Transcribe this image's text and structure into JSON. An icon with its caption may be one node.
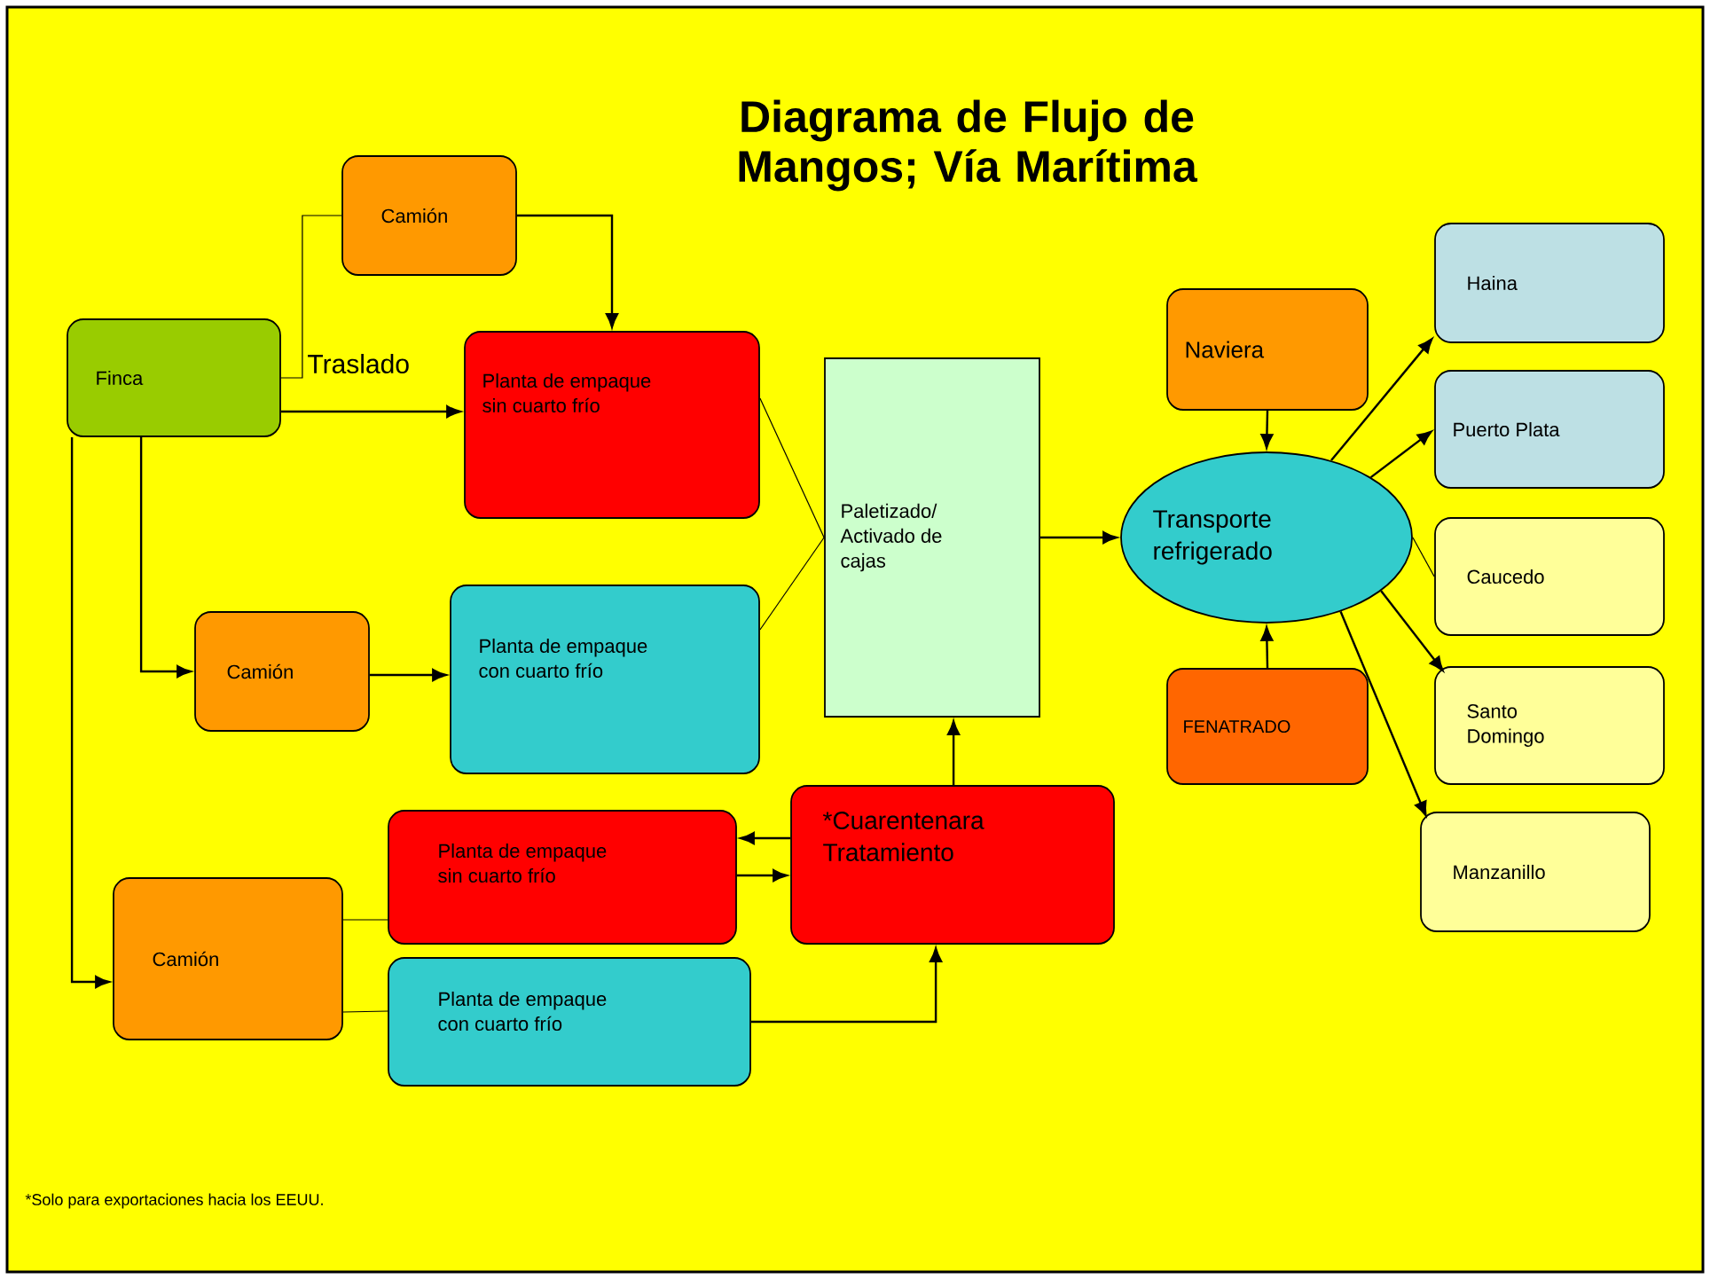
{
  "diagram": {
    "title": "Diagrama de Flujo de Mangos; Vía Marítima",
    "nodes": [
      {
        "text": [
          "Finca"
        ]
      },
      {
        "text": [
          "Camión"
        ]
      },
      {
        "text": [
          "Planta de empaque sin cuarto frío"
        ]
      },
      {
        "text": [
          "Camión"
        ]
      },
      {
        "text": [
          "Planta de empaque con cuarto frío"
        ]
      },
      {
        "text": [
          "Paletizado/ Activado de cajas"
        ]
      },
      {
        "text": [
          "Naviera"
        ]
      },
      {
        "text": [
          "Transporte refrigerado"
        ]
      },
      {
        "text": [
          "FENATRADO"
        ]
      },
      {
        "text": [
          "Haina"
        ]
      },
      {
        "text": [
          "Puerto Plata"
        ]
      },
      {
        "text": [
          "Caucedo"
        ]
      },
      {
        "text": [
          "Santo Domingo"
        ]
      },
      {
        "text": [
          "Manzanillo"
        ]
      },
      {
        "text": [
          "*Cuarentenara Tratamiento"
        ]
      },
      {
        "text": [
          "Camión"
        ]
      },
      {
        "text": [
          "Planta de empaque sin cuarto frío"
        ]
      },
      {
        "text": [
          "Planta de empaque con cuarto frío"
        ]
      }
    ],
    "edges": [
      {
        "from": 0,
        "to": 1,
        "arrow": "none"
      },
      {
        "from": 1,
        "to": 2,
        "arrow": "to"
      },
      {
        "from": 0,
        "to": 2,
        "arrow": "to"
      },
      {
        "from": 0,
        "to": 3,
        "arrow": "to"
      },
      {
        "from": 3,
        "to": 4,
        "arrow": "to"
      },
      {
        "from": 2,
        "to": 5,
        "arrow": "none"
      },
      {
        "from": 4,
        "to": 5,
        "arrow": "none"
      },
      {
        "from": 0,
        "to": 15,
        "arrow": "to"
      },
      {
        "from": 15,
        "to": 16,
        "arrow": "none"
      },
      {
        "from": 15,
        "to": 17,
        "arrow": "none"
      },
      {
        "from": 14,
        "to": 16,
        "arrow": "to"
      },
      {
        "from": 16,
        "to": 14,
        "arrow": "to"
      },
      {
        "from": 17,
        "to": 14,
        "arrow": "to"
      },
      {
        "from": 14,
        "to": 5,
        "arrow": "to"
      },
      {
        "from": 5,
        "to": 7,
        "arrow": "to"
      },
      {
        "from": 6,
        "to": 7,
        "arrow": "to"
      },
      {
        "from": 8,
        "to": 7,
        "arrow": "to"
      },
      {
        "from": 7,
        "to": 9,
        "arrow": "to"
      },
      {
        "from": 7,
        "to": 10,
        "arrow": "to"
      },
      {
        "from": 7,
        "to": 11,
        "arrow": "none"
      },
      {
        "from": 7,
        "to": 12,
        "arrow": "to"
      },
      {
        "from": 7,
        "to": 13,
        "arrow": "to"
      }
    ],
    "labels": [
      "Traslado",
      "*Solo para exportaciones hacia los EEUU."
    ]
  }
}
